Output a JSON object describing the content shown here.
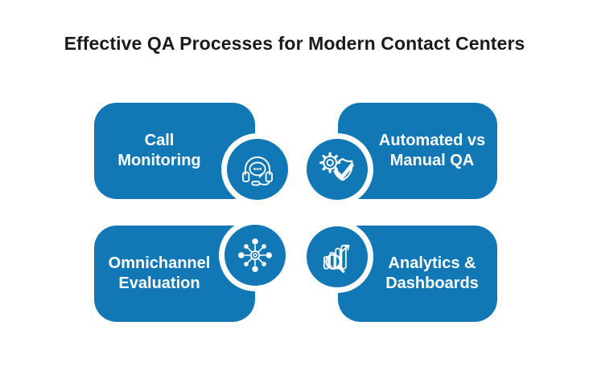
{
  "page": {
    "title": "Effective QA Processes for Modern Contact Centers",
    "background": "#ffffff",
    "title_color": "#1a1a1a"
  },
  "theme": {
    "accent_blue": "#1278B5",
    "card_text_color": "#ffffff",
    "badge_ring_color": "#ffffff",
    "icon_color": "#ffffff"
  },
  "cards": [
    {
      "label": "Call Monitoring",
      "lines": [
        "Call",
        "Monitoring"
      ],
      "icon": "headset-chat-icon"
    },
    {
      "label": "Automated vs Manual QA",
      "lines": [
        "Automated vs",
        "Manual QA"
      ],
      "icon": "gear-shield-check-icon"
    },
    {
      "label": "Omnichannel Evaluation",
      "lines": [
        "Omnichannel",
        "Evaluation"
      ],
      "icon": "hub-network-icon"
    },
    {
      "label": "Analytics & Dashboards",
      "lines": [
        "Analytics &",
        "Dashboards"
      ],
      "icon": "chart-magnifier-icon"
    }
  ]
}
